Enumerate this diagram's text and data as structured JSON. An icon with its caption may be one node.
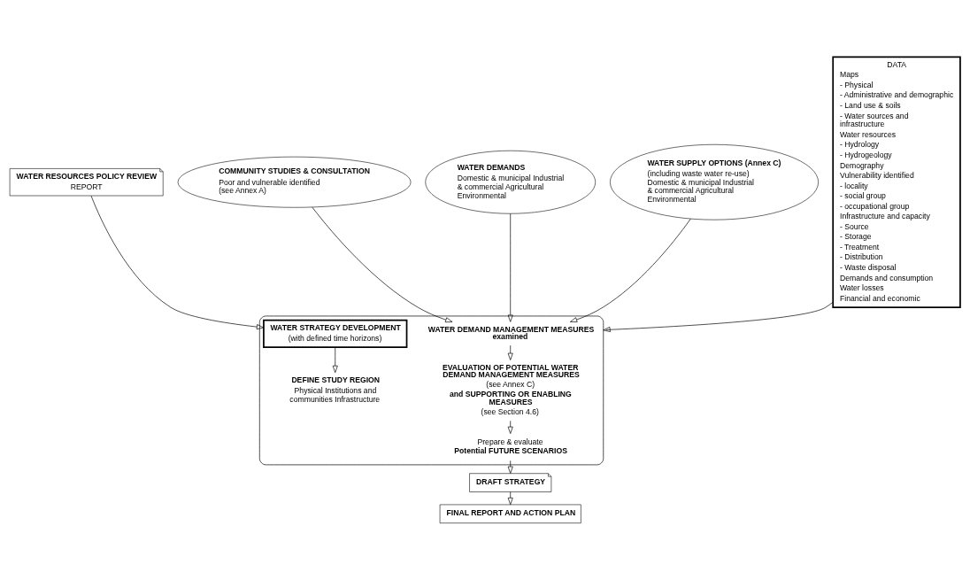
{
  "diagram": {
    "nodes": [
      {
        "text": [
          "WATER RESOURCES POLICY REVIEW",
          "REPORT"
        ]
      },
      {
        "text": [],
        "shape": "ellipse"
      },
      {
        "text": [
          "WATER STRATEGY DEVELOPMENT",
          "(with defined time horizons)"
        ],
        "in": 1
      },
      {
        "text": [
          "DEFINE STUDY REGION",
          "Physical Institutions and communities Infrastructure"
        ],
        "in": 1
      },
      {
        "text": [
          "COMMUNITY STUDIES & CONSULTATION",
          "Poor and vulnerable identified (see Annex A)"
        ]
      },
      {
        "text": [
          "WATER DEMANDS",
          "Domestic & municipal Industrial & commercial Agricultural Environmental"
        ]
      },
      {
        "text": [
          "WATER SUPPLY OPTIONS (Annex C)",
          "(including waste water re-use) Domestic & municipal Industrial & commercial Agricultural Environmental"
        ]
      },
      {
        "text": [
          "WATER DEMAND MANAGEMENT MEASURES examined"
        ],
        "in": 1
      },
      {
        "text": [
          "EVALUATION OF POTENTIAL WATER DEMAND MANAGEMENT MEASURES",
          "(see Annex C)",
          "and SUPPORTING OR ENABLING MEASURES",
          "(see Section 4.6)"
        ],
        "in": 1
      },
      {
        "text": [
          "Prepare & evaluate",
          "Potential FUTURE SCENARIOS"
        ],
        "in": 1
      },
      {
        "text": [
          "DRAFT STRATEGY"
        ]
      },
      {
        "text": [
          "FINAL REPORT AND ACTION PLAN"
        ]
      },
      {
        "text": [
          "DATA",
          "Maps",
          "- Physical",
          "- Administrative and demographic",
          "- Land use & soils",
          "- Water sources and infrastructure",
          "Water resources",
          "- Hydrology",
          "- Hydrogeology",
          "Demography",
          "Vulnerability identified",
          "- locality",
          "- social group",
          "- occupational group",
          "Infrastructure and capacity",
          "- Source",
          "- Storage",
          "- Treatment",
          "- Distribution",
          "- Waste disposal",
          "Demands and consumption",
          "Water losses",
          "Financial and economic"
        ]
      }
    ],
    "edges": [
      {
        "from": 0,
        "to": 2,
        "arrow": "to"
      },
      {
        "from": 2,
        "to": 3,
        "arrow": "to"
      },
      {
        "from": 4,
        "to": 7,
        "arrow": "to"
      },
      {
        "from": 5,
        "to": 7,
        "arrow": "to"
      },
      {
        "from": 6,
        "to": 7,
        "arrow": "to"
      },
      {
        "from": 7,
        "to": 8,
        "arrow": "to"
      },
      {
        "from": 8,
        "to": 9,
        "arrow": "to"
      },
      {
        "from": 9,
        "to": 10,
        "arrow": "to"
      },
      {
        "from": 10,
        "to": 11,
        "arrow": "to"
      },
      {
        "from": 12,
        "to": 1,
        "arrow": "to"
      }
    ]
  }
}
